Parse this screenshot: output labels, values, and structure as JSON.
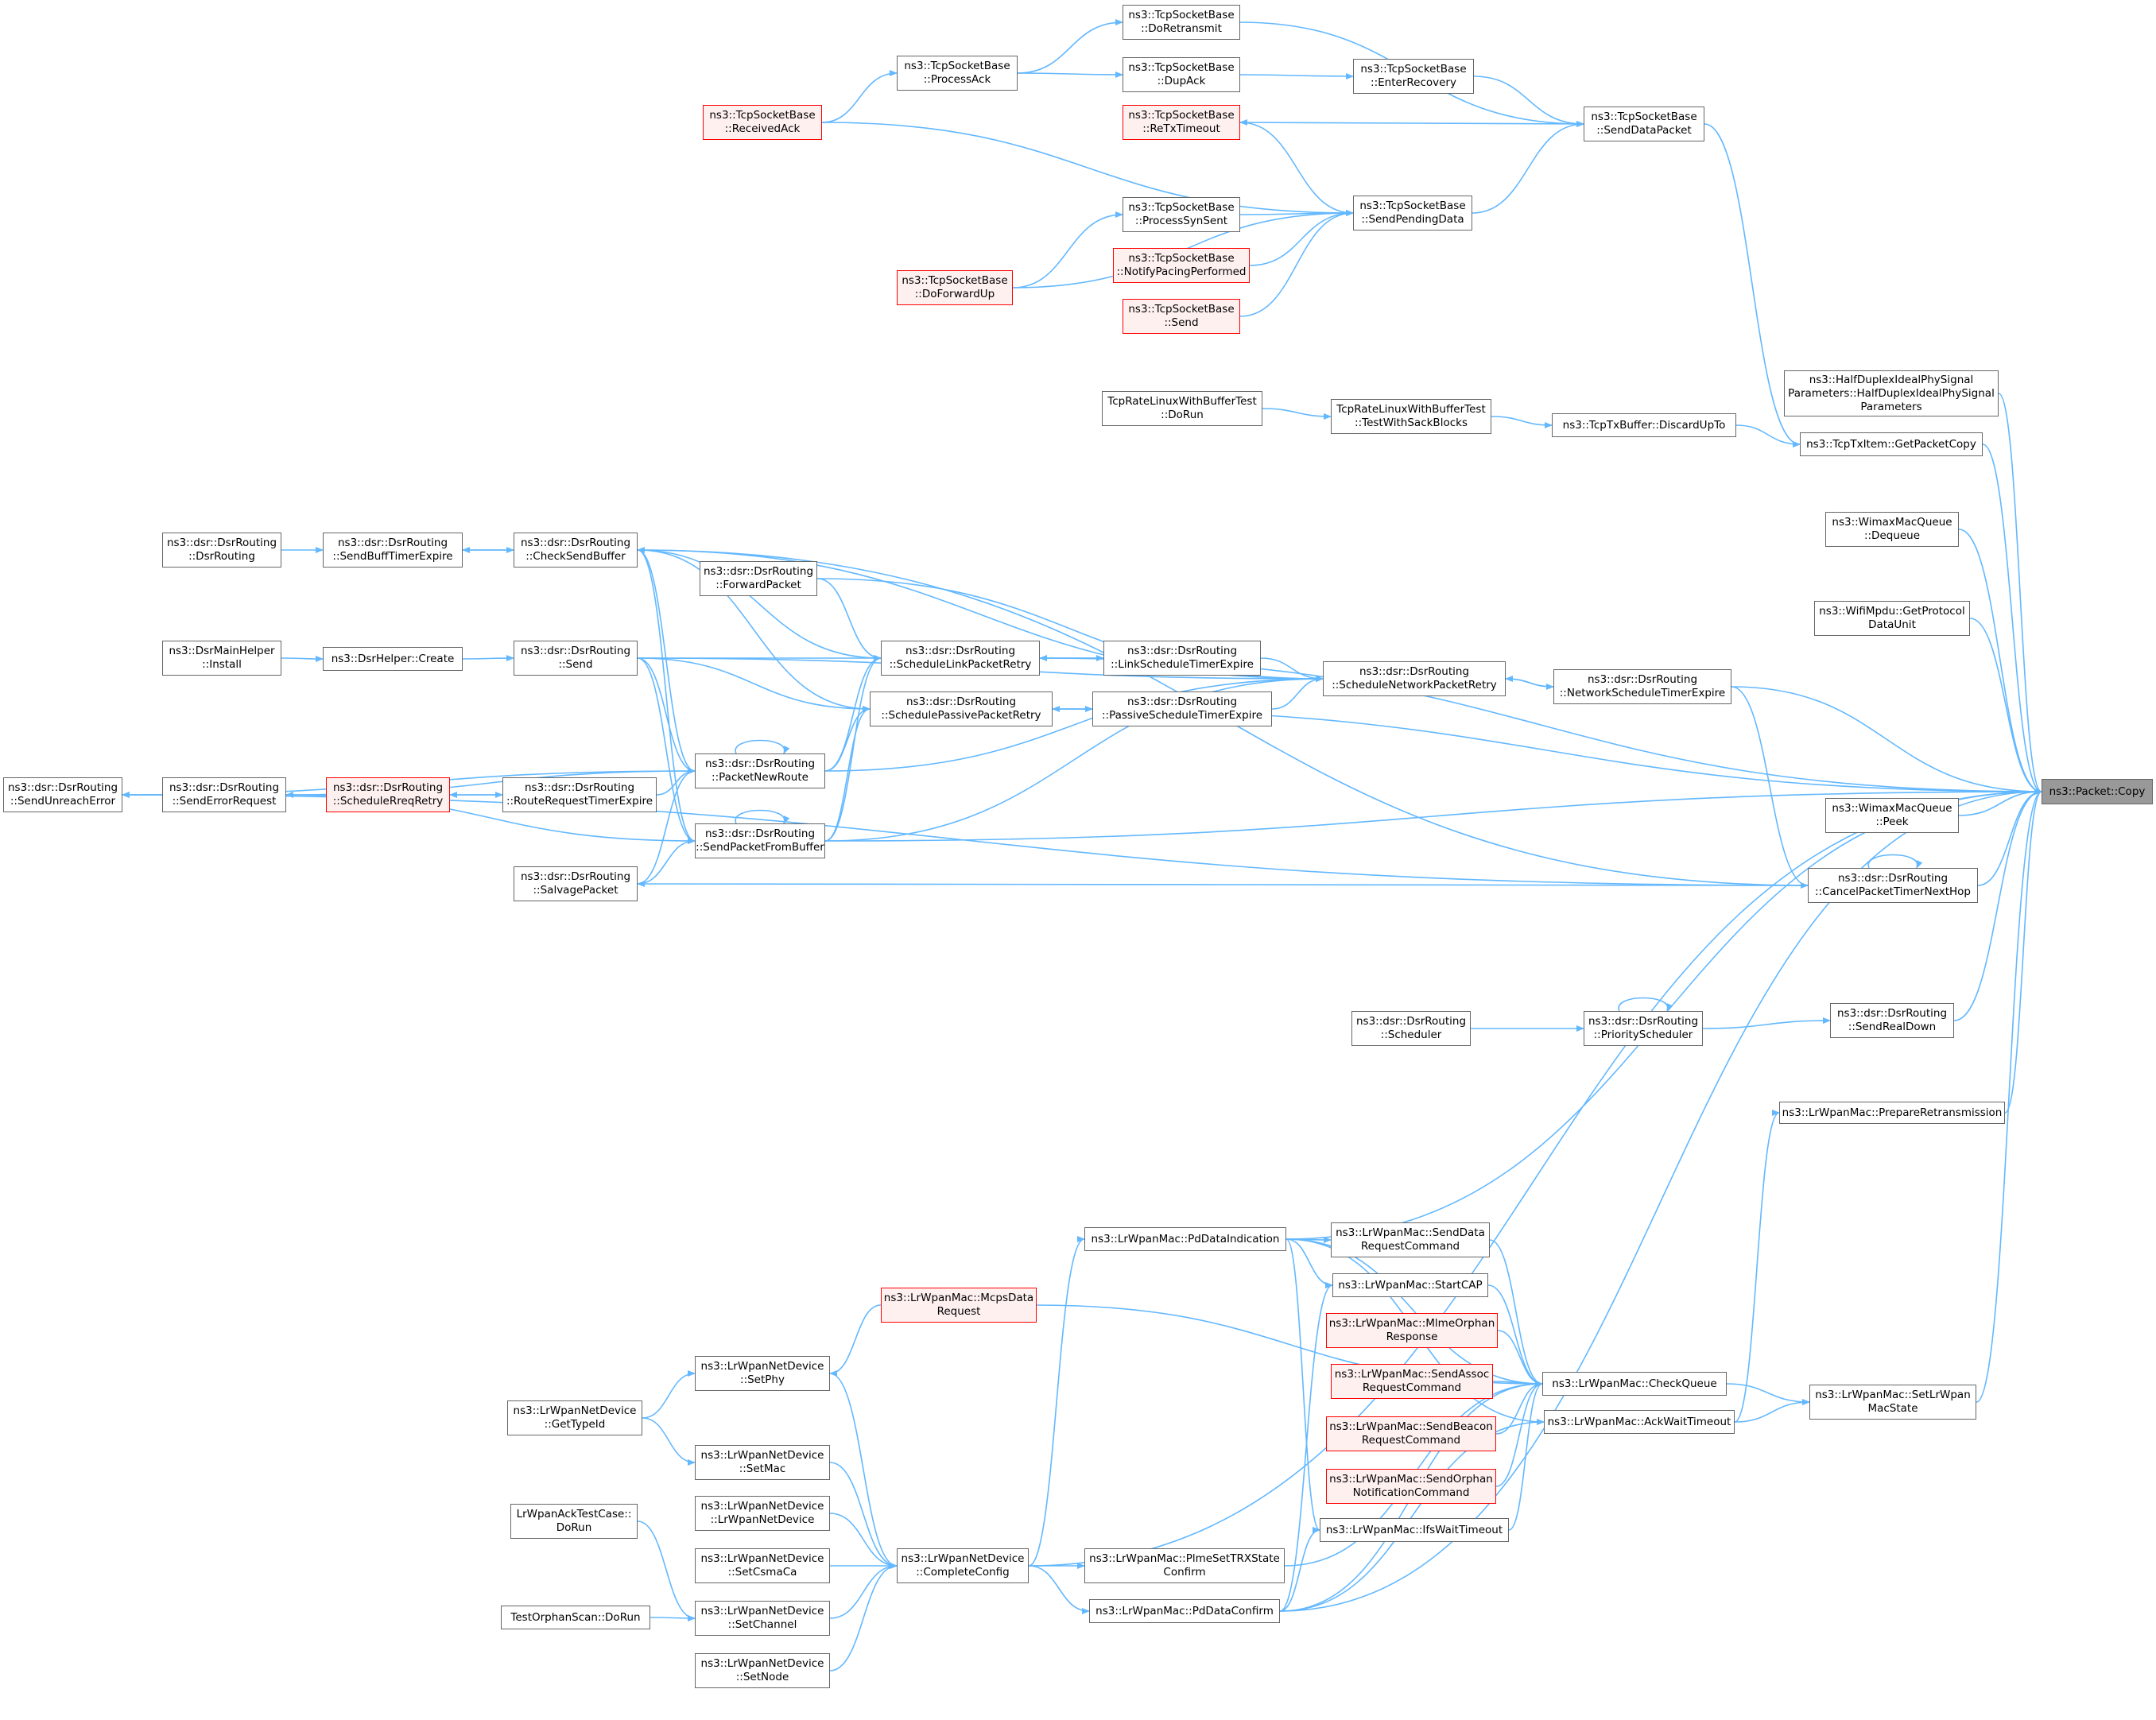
{
  "title": "ns3::Packet::Copy caller graph",
  "colors": {
    "edge": "#63b8ff",
    "border": "#666666",
    "red_border": "#ff0000",
    "red_fill": "#fff0f0",
    "root_fill": "#999999"
  },
  "nodes": [
    {
      "id": "copy",
      "lines": [
        "ns3::Packet::Copy"
      ],
      "style": "root"
    },
    {
      "id": "halfduplex",
      "lines": [
        "ns3::HalfDuplexIdealPhySignal",
        "Parameters::HalfDuplexIdealPhySignal",
        "Parameters"
      ]
    },
    {
      "id": "getpacketcopy",
      "lines": [
        "ns3::TcpTxItem::GetPacketCopy"
      ]
    },
    {
      "id": "wimaxdequeue",
      "lines": [
        "ns3::WimaxMacQueue",
        "::Dequeue"
      ]
    },
    {
      "id": "wifimpdu",
      "lines": [
        "ns3::WifiMpdu::GetProtocol",
        "DataUnit"
      ]
    },
    {
      "id": "netschedtimer",
      "lines": [
        "ns3::dsr::DsrRouting",
        "::NetworkScheduleTimerExpire"
      ]
    },
    {
      "id": "wimaxpeek",
      "lines": [
        "ns3::WimaxMacQueue",
        "::Peek"
      ]
    },
    {
      "id": "cancelpacket",
      "lines": [
        "ns3::dsr::DsrRouting",
        "::CancelPacketTimerNextHop"
      ]
    },
    {
      "id": "sendrealdown",
      "lines": [
        "ns3::dsr::DsrRouting",
        "::SendRealDown"
      ]
    },
    {
      "id": "prepareretrans",
      "lines": [
        "ns3::LrWpanMac::PrepareRetransmission"
      ]
    },
    {
      "id": "setlrwpanmacstate",
      "lines": [
        "ns3::LrWpanMac::SetLrWpan",
        "MacState"
      ]
    },
    {
      "id": "senddatapacket",
      "lines": [
        "ns3::TcpSocketBase",
        "::SendDataPacket"
      ]
    },
    {
      "id": "discardupto",
      "lines": [
        "ns3::TcpTxBuffer::DiscardUpTo"
      ]
    },
    {
      "id": "schednetwork",
      "lines": [
        "ns3::dsr::DsrRouting",
        "::ScheduleNetworkPacketRetry"
      ]
    },
    {
      "id": "priorityscheduler",
      "lines": [
        "ns3::dsr::DsrRouting",
        "::PriorityScheduler"
      ]
    },
    {
      "id": "checkqueue",
      "lines": [
        "ns3::LrWpanMac::CheckQueue"
      ]
    },
    {
      "id": "ackwaittimeout",
      "lines": [
        "ns3::LrWpanMac::AckWaitTimeout"
      ]
    },
    {
      "id": "doretransmit",
      "lines": [
        "ns3::TcpSocketBase",
        "::DoRetransmit"
      ]
    },
    {
      "id": "enterrecovery",
      "lines": [
        "ns3::TcpSocketBase",
        "::EnterRecovery"
      ]
    },
    {
      "id": "sendpendingdata",
      "lines": [
        "ns3::TcpSocketBase",
        "::SendPendingData"
      ]
    },
    {
      "id": "withsackblocks",
      "lines": [
        "TcpRateLinuxWithBufferTest",
        "::TestWithSackBlocks"
      ]
    },
    {
      "id": "scheduler",
      "lines": [
        "ns3::dsr::DsrRouting",
        "::Scheduler"
      ]
    },
    {
      "id": "senddatareqcmd",
      "lines": [
        "ns3::LrWpanMac::SendData",
        "RequestCommand"
      ]
    },
    {
      "id": "startcap",
      "lines": [
        "ns3::LrWpanMac::StartCAP"
      ]
    },
    {
      "id": "mlmeorphan",
      "lines": [
        "ns3::LrWpanMac::MlmeOrphan",
        "Response"
      ],
      "style": "red"
    },
    {
      "id": "sendassoc",
      "lines": [
        "ns3::LrWpanMac::SendAssoc",
        "RequestCommand"
      ],
      "style": "red"
    },
    {
      "id": "sendbeacon",
      "lines": [
        "ns3::LrWpanMac::SendBeacon",
        "RequestCommand"
      ],
      "style": "red"
    },
    {
      "id": "sendorphan",
      "lines": [
        "ns3::LrWpanMac::SendOrphan",
        "NotificationCommand"
      ],
      "style": "red"
    },
    {
      "id": "ifswaittimeout",
      "lines": [
        "ns3::LrWpanMac::IfsWaitTimeout"
      ]
    },
    {
      "id": "dupack",
      "lines": [
        "ns3::TcpSocketBase",
        "::DupAck"
      ]
    },
    {
      "id": "retxtimeout",
      "lines": [
        "ns3::TcpSocketBase",
        "::ReTxTimeout"
      ],
      "style": "red"
    },
    {
      "id": "processsynsent",
      "lines": [
        "ns3::TcpSocketBase",
        "::ProcessSynSent"
      ]
    },
    {
      "id": "notifypacing",
      "lines": [
        "ns3::TcpSocketBase",
        "::NotifyPacingPerformed"
      ],
      "style": "red"
    },
    {
      "id": "tcpsend",
      "lines": [
        "ns3::TcpSocketBase",
        "::Send"
      ],
      "style": "red"
    },
    {
      "id": "tcprateDoRun",
      "lines": [
        "TcpRateLinuxWithBufferTest",
        "::DoRun"
      ]
    },
    {
      "id": "linkschedtimer",
      "lines": [
        "ns3::dsr::DsrRouting",
        "::LinkScheduleTimerExpire"
      ]
    },
    {
      "id": "passiveschedtimer",
      "lines": [
        "ns3::dsr::DsrRouting",
        "::PassiveScheduleTimerExpire"
      ]
    },
    {
      "id": "pddataindication",
      "lines": [
        "ns3::LrWpanMac::PdDataIndication"
      ]
    },
    {
      "id": "plmesettrx",
      "lines": [
        "ns3::LrWpanMac::PlmeSetTRXState",
        "Confirm"
      ]
    },
    {
      "id": "pddataconfirm",
      "lines": [
        "ns3::LrWpanMac::PdDataConfirm"
      ]
    },
    {
      "id": "processack",
      "lines": [
        "ns3::TcpSocketBase",
        "::ProcessAck"
      ]
    },
    {
      "id": "doforwardup",
      "lines": [
        "ns3::TcpSocketBase",
        "::DoForwardUp"
      ],
      "style": "red"
    },
    {
      "id": "forwardpacket",
      "lines": [
        "ns3::dsr::DsrRouting",
        "::ForwardPacket"
      ]
    },
    {
      "id": "schedlink",
      "lines": [
        "ns3::dsr::DsrRouting",
        "::ScheduleLinkPacketRetry"
      ]
    },
    {
      "id": "schedpassive",
      "lines": [
        "ns3::dsr::DsrRouting",
        "::SchedulePassivePacketRetry"
      ]
    },
    {
      "id": "packetnewroute",
      "lines": [
        "ns3::dsr::DsrRouting",
        "::PacketNewRoute"
      ]
    },
    {
      "id": "sendfrombuffer",
      "lines": [
        "ns3::dsr::DsrRouting",
        "::SendPacketFromBuffer"
      ]
    },
    {
      "id": "mcpsdatarequest",
      "lines": [
        "ns3::LrWpanMac::McpsData",
        "Request"
      ],
      "style": "red"
    },
    {
      "id": "setphy",
      "lines": [
        "ns3::LrWpanNetDevice",
        "::SetPhy"
      ]
    },
    {
      "id": "setmac",
      "lines": [
        "ns3::LrWpanNetDevice",
        "::SetMac"
      ]
    },
    {
      "id": "lrwpannetdevice",
      "lines": [
        "ns3::LrWpanNetDevice",
        "::LrWpanNetDevice"
      ]
    },
    {
      "id": "setcsmaca",
      "lines": [
        "ns3::LrWpanNetDevice",
        "::SetCsmaCa"
      ]
    },
    {
      "id": "setchannel",
      "lines": [
        "ns3::LrWpanNetDevice",
        "::SetChannel"
      ]
    },
    {
      "id": "setnode",
      "lines": [
        "ns3::LrWpanNetDevice",
        "::SetNode"
      ]
    },
    {
      "id": "completeconfig",
      "lines": [
        "ns3::LrWpanNetDevice",
        "::CompleteConfig"
      ]
    },
    {
      "id": "receivedack",
      "lines": [
        "ns3::TcpSocketBase",
        "::ReceivedAck"
      ],
      "style": "red"
    },
    {
      "id": "checksendbuffer",
      "lines": [
        "ns3::dsr::DsrRouting",
        "::CheckSendBuffer"
      ]
    },
    {
      "id": "dsrsend",
      "lines": [
        "ns3::dsr::DsrRouting",
        "::Send"
      ]
    },
    {
      "id": "routerequesttimer",
      "lines": [
        "ns3::dsr::DsrRouting",
        "::RouteRequestTimerExpire"
      ]
    },
    {
      "id": "salvagepacket",
      "lines": [
        "ns3::dsr::DsrRouting",
        "::SalvagePacket"
      ]
    },
    {
      "id": "gettypeid",
      "lines": [
        "ns3::LrWpanNetDevice",
        "::GetTypeId"
      ]
    },
    {
      "id": "lrwpanacktest",
      "lines": [
        "LrWpanAckTestCase::",
        "DoRun"
      ]
    },
    {
      "id": "testorphanscan",
      "lines": [
        "TestOrphanScan::DoRun"
      ]
    },
    {
      "id": "sendbufftimer",
      "lines": [
        "ns3::dsr::DsrRouting",
        "::SendBuffTimerExpire"
      ]
    },
    {
      "id": "dsrhelpercreate",
      "lines": [
        "ns3::DsrHelper::Create"
      ]
    },
    {
      "id": "schedulerreqretry",
      "lines": [
        "ns3::dsr::DsrRouting",
        "::ScheduleRreqRetry"
      ],
      "style": "red"
    },
    {
      "id": "dsrroutingctor",
      "lines": [
        "ns3::dsr::DsrRouting",
        "::DsrRouting"
      ]
    },
    {
      "id": "dsrmainhelper",
      "lines": [
        "ns3::DsrMainHelper",
        "::Install"
      ]
    },
    {
      "id": "senderrorrequest",
      "lines": [
        "ns3::dsr::DsrRouting",
        "::SendErrorRequest"
      ]
    },
    {
      "id": "sendunreacherror",
      "lines": [
        "ns3::dsr::DsrRouting",
        "::SendUnreachError"
      ]
    }
  ],
  "edges": [
    [
      "halfduplex",
      "copy"
    ],
    [
      "getpacketcopy",
      "copy"
    ],
    [
      "wimaxdequeue",
      "copy"
    ],
    [
      "wifimpdu",
      "copy"
    ],
    [
      "netschedtimer",
      "copy"
    ],
    [
      "wimaxpeek",
      "copy"
    ],
    [
      "cancelpacket",
      "copy"
    ],
    [
      "sendrealdown",
      "copy"
    ],
    [
      "prepareretrans",
      "copy"
    ],
    [
      "setlrwpanmacstate",
      "copy"
    ],
    [
      "schedpassive",
      "copy"
    ],
    [
      "schedlink",
      "copy"
    ],
    [
      "sendfrombuffer",
      "copy"
    ],
    [
      "pddataindication",
      "copy"
    ],
    [
      "completeconfig",
      "copy"
    ],
    [
      "pddataconfirm",
      "copy"
    ],
    [
      "senddatapacket",
      "getpacketcopy"
    ],
    [
      "discardupto",
      "getpacketcopy"
    ],
    [
      "schednetwork",
      "netschedtimer"
    ],
    [
      "netschedtimer",
      "schednetwork"
    ],
    [
      "cancelpacket",
      "cancelpacket"
    ],
    [
      "netschedtimer",
      "cancelpacket"
    ],
    [
      "priorityscheduler",
      "sendrealdown"
    ],
    [
      "priorityscheduler",
      "priorityscheduler"
    ],
    [
      "ackwaittimeout",
      "prepareretrans"
    ],
    [
      "checkqueue",
      "setlrwpanmacstate"
    ],
    [
      "ackwaittimeout",
      "setlrwpanmacstate"
    ],
    [
      "doretransmit",
      "senddatapacket"
    ],
    [
      "enterrecovery",
      "senddatapacket"
    ],
    [
      "sendpendingdata",
      "senddatapacket"
    ],
    [
      "senddatapacket",
      "retxtimeout"
    ],
    [
      "withsackblocks",
      "discardupto"
    ],
    [
      "linkschedtimer",
      "schednetwork"
    ],
    [
      "passiveschedtimer",
      "schednetwork"
    ],
    [
      "scheduler",
      "priorityscheduler"
    ],
    [
      "senddatareqcmd",
      "checkqueue"
    ],
    [
      "startcap",
      "checkqueue"
    ],
    [
      "mlmeorphan",
      "checkqueue"
    ],
    [
      "sendassoc",
      "checkqueue"
    ],
    [
      "sendbeacon",
      "checkqueue"
    ],
    [
      "sendorphan",
      "checkqueue"
    ],
    [
      "ifswaittimeout",
      "checkqueue"
    ],
    [
      "pddataconfirm",
      "checkqueue"
    ],
    [
      "plmesettrx",
      "checkqueue"
    ],
    [
      "pddataindication",
      "checkqueue"
    ],
    [
      "mcpsdatarequest",
      "checkqueue"
    ],
    [
      "pddataindication",
      "ackwaittimeout"
    ],
    [
      "pddataconfirm",
      "ackwaittimeout"
    ],
    [
      "dupack",
      "enterrecovery"
    ],
    [
      "retxtimeout",
      "sendpendingdata"
    ],
    [
      "processsynsent",
      "sendpendingdata"
    ],
    [
      "notifypacing",
      "sendpendingdata"
    ],
    [
      "tcpsend",
      "sendpendingdata"
    ],
    [
      "receivedack",
      "sendpendingdata"
    ],
    [
      "doforwardup",
      "sendpendingdata"
    ],
    [
      "tcprateDoRun",
      "withsackblocks"
    ],
    [
      "schedlink",
      "linkschedtimer"
    ],
    [
      "linkschedtimer",
      "schedlink"
    ],
    [
      "schedpassive",
      "passiveschedtimer"
    ],
    [
      "passiveschedtimer",
      "schedpassive"
    ],
    [
      "pddataindication",
      "senddatareqcmd"
    ],
    [
      "pddataindication",
      "startcap"
    ],
    [
      "pddataindication",
      "ifswaittimeout"
    ],
    [
      "pddataconfirm",
      "ifswaittimeout"
    ],
    [
      "pddataconfirm",
      "startcap"
    ],
    [
      "completeconfig",
      "plmesettrx"
    ],
    [
      "completeconfig",
      "pddataconfirm"
    ],
    [
      "completeconfig",
      "pddataindication"
    ],
    [
      "processack",
      "doretransmit"
    ],
    [
      "processack",
      "dupack"
    ],
    [
      "receivedack",
      "processack"
    ],
    [
      "doforwardup",
      "processsynsent"
    ],
    [
      "checksendbuffer",
      "schednetwork"
    ],
    [
      "dsrsend",
      "schednetwork"
    ],
    [
      "sendfrombuffer",
      "schednetwork"
    ],
    [
      "packetnewroute",
      "schednetwork"
    ],
    [
      "forwardpacket",
      "schednetwork"
    ],
    [
      "checksendbuffer",
      "schedlink"
    ],
    [
      "forwardpacket",
      "schedlink"
    ],
    [
      "packetnewroute",
      "schedlink"
    ],
    [
      "sendfrombuffer",
      "schedlink"
    ],
    [
      "dsrsend",
      "schedlink"
    ],
    [
      "checksendbuffer",
      "schedpassive"
    ],
    [
      "dsrsend",
      "schedpassive"
    ],
    [
      "packetnewroute",
      "schedpassive"
    ],
    [
      "sendfrombuffer",
      "schedpassive"
    ],
    [
      "checksendbuffer",
      "packetnewroute"
    ],
    [
      "dsrsend",
      "packetnewroute"
    ],
    [
      "routerequesttimer",
      "packetnewroute"
    ],
    [
      "salvagepacket",
      "packetnewroute"
    ],
    [
      "packetnewroute",
      "packetnewroute"
    ],
    [
      "sendfrombuffer",
      "sendfrombuffer"
    ],
    [
      "checksendbuffer",
      "sendfrombuffer"
    ],
    [
      "dsrsend",
      "sendfrombuffer"
    ],
    [
      "salvagepacket",
      "sendfrombuffer"
    ],
    [
      "cancelpacket",
      "salvagepacket"
    ],
    [
      "cancelpacket",
      "sendunreacherror"
    ],
    [
      "cancelpacket",
      "checksendbuffer"
    ],
    [
      "mcpsdatarequest",
      "setphy"
    ],
    [
      "setphy",
      "completeconfig"
    ],
    [
      "setmac",
      "completeconfig"
    ],
    [
      "lrwpannetdevice",
      "completeconfig"
    ],
    [
      "setcsmaca",
      "completeconfig"
    ],
    [
      "setchannel",
      "completeconfig"
    ],
    [
      "setnode",
      "completeconfig"
    ],
    [
      "gettypeid",
      "setphy"
    ],
    [
      "gettypeid",
      "setmac"
    ],
    [
      "lrwpanacktest",
      "setchannel"
    ],
    [
      "testorphanscan",
      "setchannel"
    ],
    [
      "sendbufftimer",
      "checksendbuffer"
    ],
    [
      "checksendbuffer",
      "sendbufftimer"
    ],
    [
      "dsrroutingctor",
      "sendbufftimer"
    ],
    [
      "dsrhelpercreate",
      "dsrsend"
    ],
    [
      "dsrmainhelper",
      "dsrhelpercreate"
    ],
    [
      "routerequesttimer",
      "schedulerreqretry"
    ],
    [
      "schedulerreqretry",
      "routerequesttimer"
    ],
    [
      "schedulerreqretry",
      "senderrorrequest"
    ],
    [
      "senderrorrequest",
      "sendunreacherror"
    ],
    [
      "packetnewroute",
      "sendunreacherror"
    ],
    [
      "senderrorrequest",
      "packetnewroute"
    ],
    [
      "senderrorrequest",
      "sendfrombuffer"
    ]
  ]
}
